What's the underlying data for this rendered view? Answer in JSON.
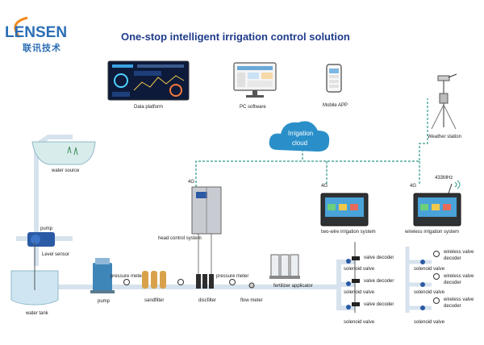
{
  "logo": {
    "brand": "LENSEN",
    "chinese": "联讯技术"
  },
  "title": "One-stop intelligent irrigation control solution",
  "top_devices": {
    "data_platform": "Data platform",
    "pc_software": "PC software",
    "mobile_app": "Mobile APP"
  },
  "cloud": {
    "line1": "Irrigation",
    "line2": "cloud"
  },
  "weather_station": "Weather station",
  "water_source": "water source",
  "water_tank": "water tank",
  "pump_top": "pump",
  "level_sensor": "Level sensor",
  "pump_bottom": "pump",
  "head_control": "head control system",
  "network": {
    "g4_head": "4G",
    "g4_two_wire": "4G",
    "g4_wireless": "4G",
    "mhz": "433MHz"
  },
  "two_wire": "two-wire  irrigation system",
  "wireless_sys": "wireless irrigation system",
  "pressure_meter_1": "pressure meter",
  "pressure_meter_2": "pressure meter",
  "sandfilter": "sandfilter",
  "discfilter": "discfilter",
  "flow_meter": "flow meter",
  "fertilizer": "fertilizer applicator",
  "decoder_labels": [
    "valve decoder",
    "valve decoder",
    "valve decoder"
  ],
  "solenoid_labels": [
    "solenoid valve",
    "solenoid valve",
    "solenoid valve"
  ],
  "wireless_labels": [
    {
      "l1": "wireless valve",
      "l2": "decoder"
    },
    {
      "l1": "wireless valve",
      "l2": "decoder"
    },
    {
      "l1": "wireless valve",
      "l2": "decoder"
    }
  ],
  "wireless_solenoids": [
    "solenoid valve",
    "solenoid valve",
    "solenoid valve"
  ],
  "colors": {
    "title": "#1f3c8a",
    "pipe": "#d6e3ee",
    "cloud": "#2a8fc9",
    "network": "#2e9a8a"
  }
}
